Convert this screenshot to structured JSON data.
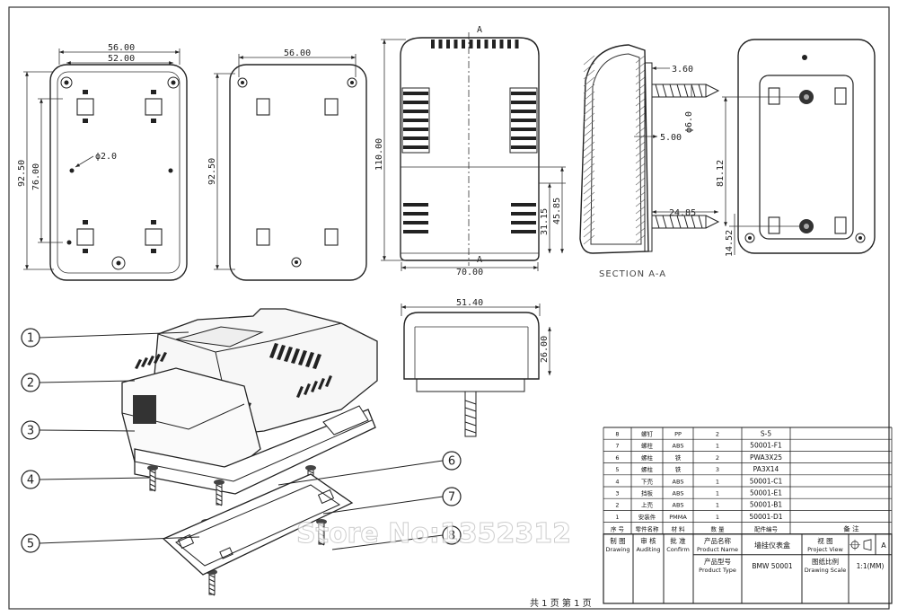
{
  "dimensions": {
    "view1_width_outer": "56.00",
    "view1_width_inner": "52.00",
    "view1_height_outer": "92.50",
    "view1_height_inner": "76.00",
    "view1_hole": "ϕ2.0",
    "view2_width": "56.00",
    "view2_height": "92.50",
    "view3_height": "110.00",
    "view3_width": "70.00",
    "view3_h1": "31.15",
    "view3_h2": "45.85",
    "section_d1": "3.60",
    "section_d2": "ϕ6.0",
    "section_d3": "5.00",
    "section_d4": "24.85",
    "view5_h1": "81.12",
    "view5_h2": "14.52",
    "view6_width": "51.40",
    "view6_height": "26.00",
    "section_mark": "A"
  },
  "section_label": "SECTION A-A",
  "callouts": [
    "1",
    "2",
    "3",
    "4",
    "5",
    "6",
    "7",
    "8"
  ],
  "watermark": "Store No:1352312",
  "page_label": "共 1 页   第 1 页",
  "bom": {
    "rows": [
      {
        "no": "8",
        "name": "螺钉",
        "mat": "PP",
        "qty": "2",
        "code": "S-5"
      },
      {
        "no": "7",
        "name": "螺柱",
        "mat": "ABS",
        "qty": "1",
        "code": "50001-F1"
      },
      {
        "no": "6",
        "name": "螺柱",
        "mat": "铁",
        "qty": "2",
        "code": "PWA3X25"
      },
      {
        "no": "5",
        "name": "螺柱",
        "mat": "铁",
        "qty": "3",
        "code": "PA3X14"
      },
      {
        "no": "4",
        "name": "下壳",
        "mat": "ABS",
        "qty": "1",
        "code": "50001-C1"
      },
      {
        "no": "3",
        "name": "挡板",
        "mat": "ABS",
        "qty": "1",
        "code": "50001-E1"
      },
      {
        "no": "2",
        "name": "上壳",
        "mat": "ABS",
        "qty": "1",
        "code": "50001-B1"
      },
      {
        "no": "1",
        "name": "安装件",
        "mat": "PMMA",
        "qty": "1",
        "code": "50001-D1"
      }
    ],
    "header": {
      "no": "序 号",
      "name": "零件名称",
      "mat": "材 料",
      "qty": "数 量",
      "code": "配件编号",
      "note": "备 注"
    },
    "tb": {
      "drawing_cn": "制 图",
      "drawing_en": "Drawing",
      "audit_cn": "审 核",
      "audit_en": "Auditing",
      "confirm_cn": "批 准",
      "confirm_en": "Confirm",
      "pname_cn": "产品名称",
      "pname_en": "Product Name",
      "pname_val": "墙挂仪表盒",
      "view_cn": "视 图",
      "view_en": "Project View",
      "rev": "A",
      "ptype_cn": "产品型号",
      "ptype_en": "Product Type",
      "ptype_val": "BMW 50001",
      "scale_cn": "图纸比例",
      "scale_en": "Drawing Scale",
      "scale_val": "1:1(MM)"
    }
  }
}
